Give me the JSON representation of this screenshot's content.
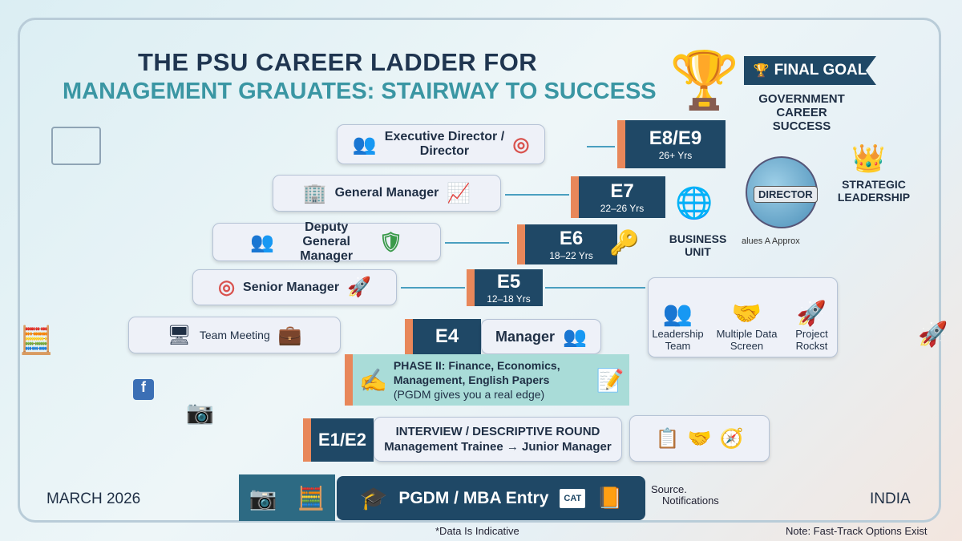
{
  "title": {
    "line1": "THE PSU CAREER LADDER FOR",
    "line2": "MANAGEMENT GRAUATES: STAIRWAY TO SUCCESS"
  },
  "final_goal": {
    "banner": "FINAL GOAL",
    "text": "GOVERNMENT CAREER SUCCESS"
  },
  "roles": [
    {
      "label": "Executive Director / Director",
      "icon": "target-icon"
    },
    {
      "label": "General Manager",
      "icon": "growth-chart-icon"
    },
    {
      "label": "Deputy General Manager",
      "icon": "shield-icon"
    },
    {
      "label": "Senior Manager",
      "icon": "rocket-icon"
    },
    {
      "label": "Team Meeting",
      "icon": "briefcase-icon"
    }
  ],
  "steps": [
    {
      "grade": "E8/E9",
      "years": "26+ Yrs"
    },
    {
      "grade": "E7",
      "years": "22–26 Yrs"
    },
    {
      "grade": "E6",
      "years": "18–22 Yrs"
    },
    {
      "grade": "E5",
      "years": "12–18 Yrs"
    },
    {
      "grade": "E4",
      "role": "Manager"
    },
    {
      "grade": "E1/E2",
      "line1": "INTERVIEW / DESCRIPTIVE ROUND",
      "line2": "Management Trainee → Junior Manager"
    }
  ],
  "phase2": {
    "line1": "PHASE II: Finance, Economics,",
    "line2": "Management, English Papers",
    "line3": "(PGDM gives you a real edge)"
  },
  "entry": {
    "label": "PGDM / MBA Entry",
    "cat": "CAT"
  },
  "side": {
    "director": "DIRECTOR",
    "values": "alues A  Approx",
    "business_unit": "BUSINESS UNIT",
    "strategic": "STRATEGIC LEADERSHIP"
  },
  "group": [
    {
      "label": "Leadership Team"
    },
    {
      "label": "Multiple Data Screen"
    },
    {
      "label": "Project Rockst"
    }
  ],
  "footer": {
    "date": "MARCH 2026",
    "country": "INDIA",
    "note": "Note: Fast-Track Options Exist",
    "disclaimer": "*Data Is Indicative",
    "source1": "Source.",
    "source2": "Notifications"
  },
  "colors": {
    "navy": "#1f4866",
    "teal": "#3a96a3",
    "orange": "#e8875a",
    "phase": "#a9dcd8"
  }
}
